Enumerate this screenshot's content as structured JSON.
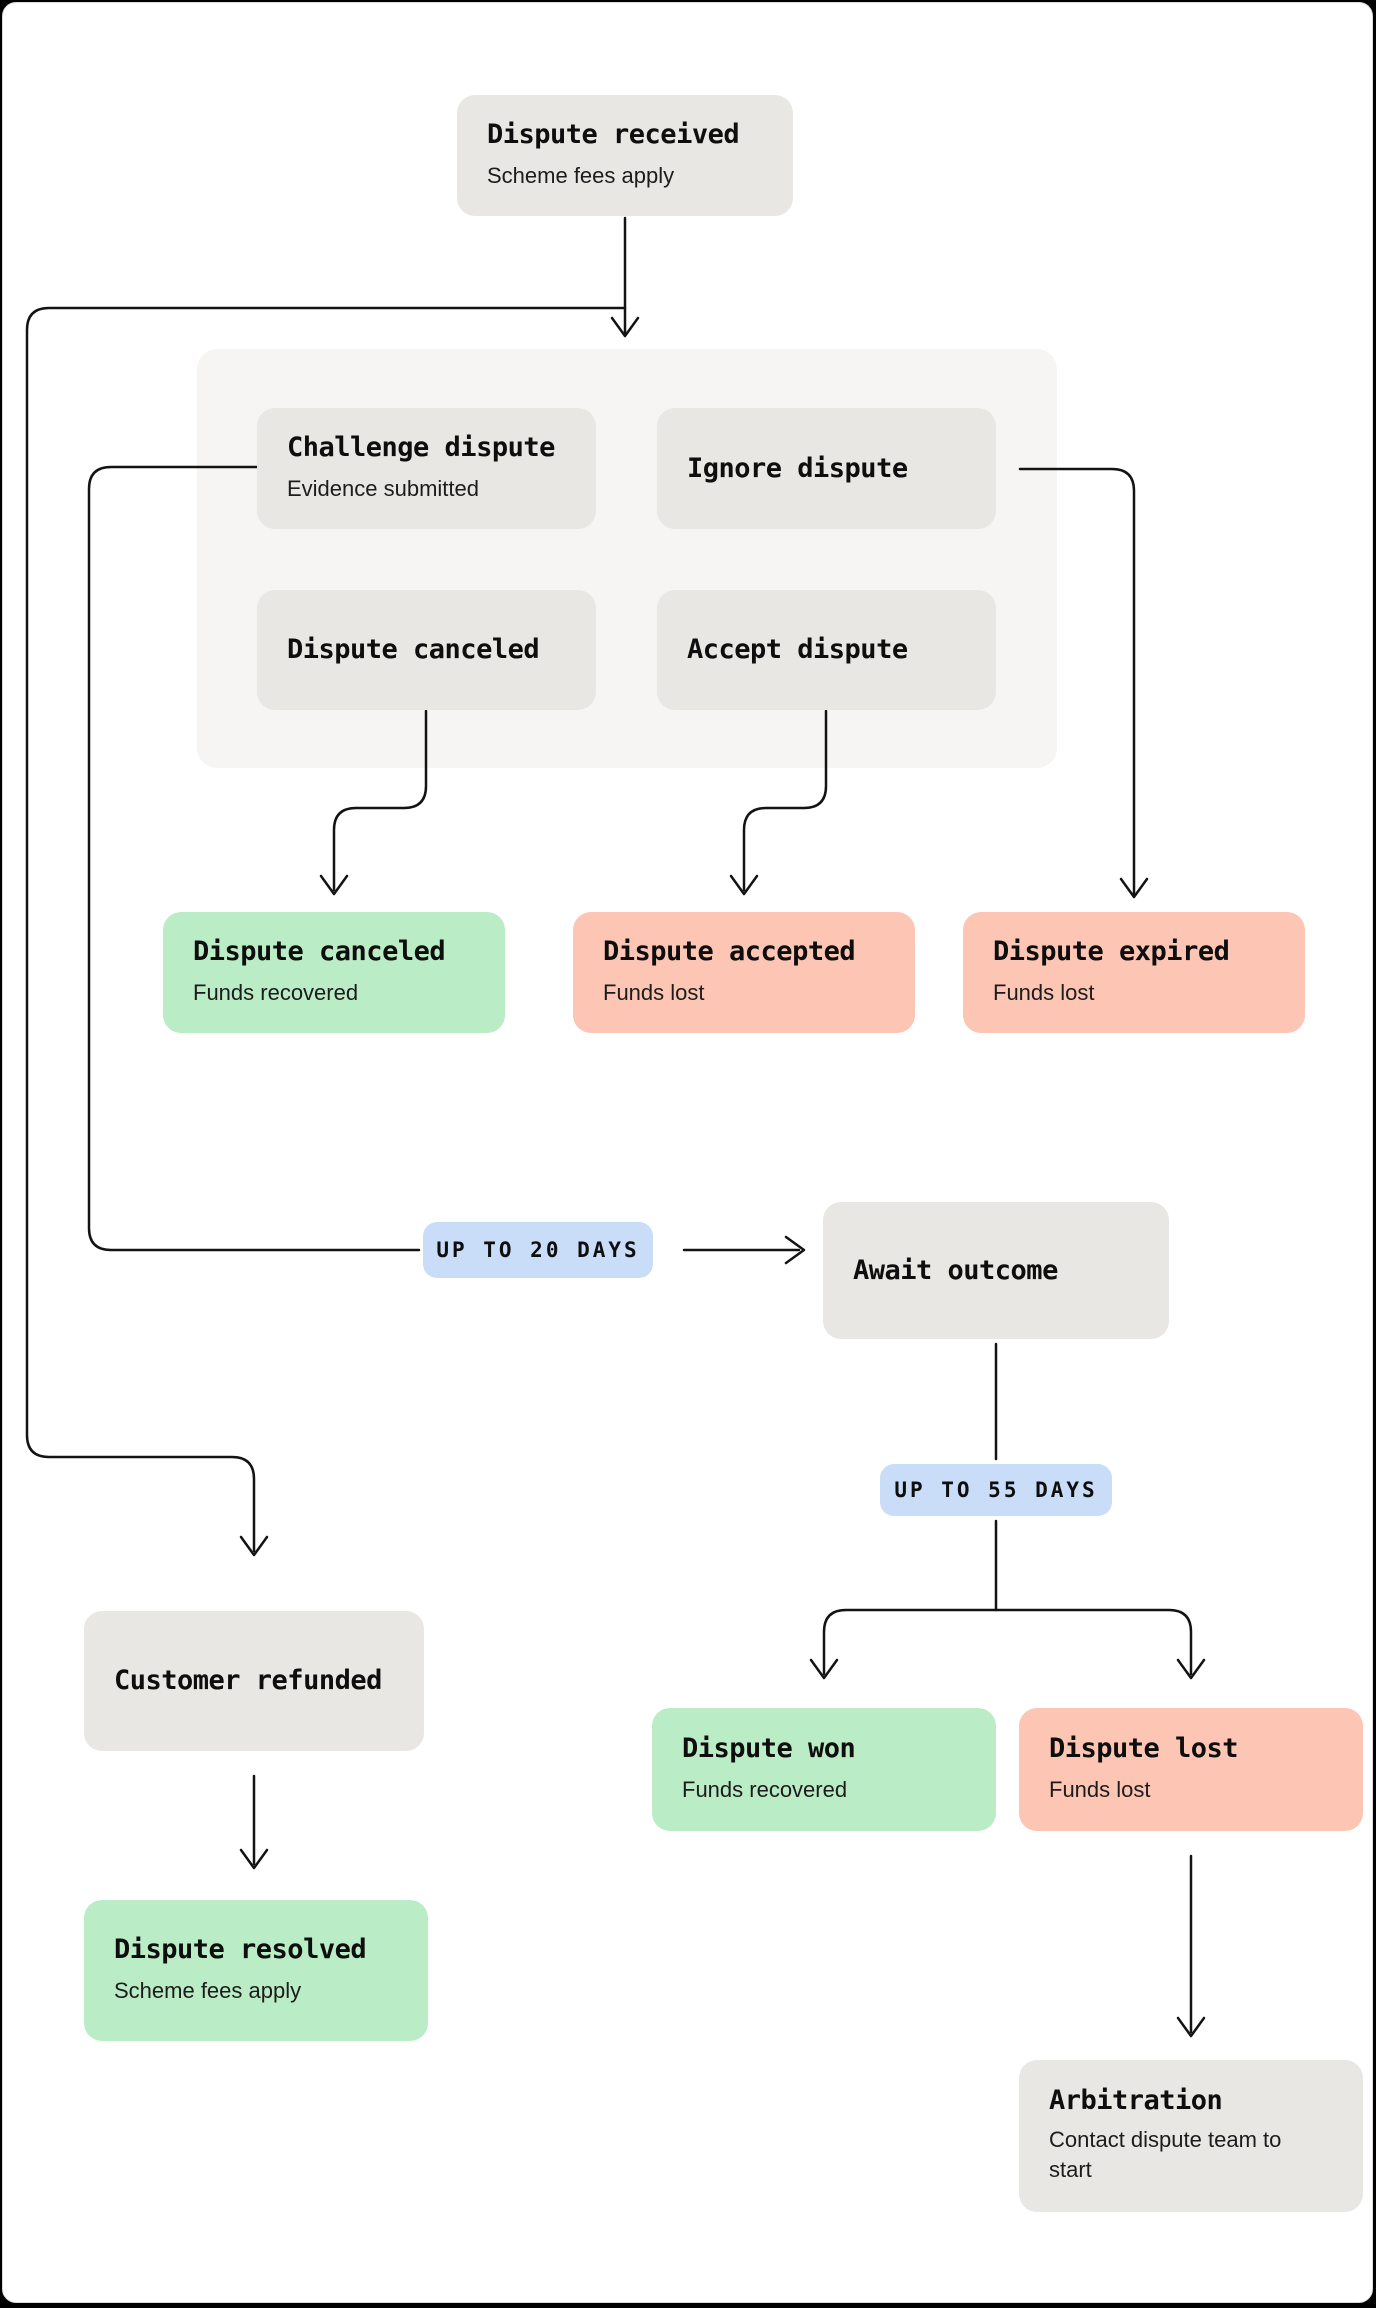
{
  "colors": {
    "line": "#131313",
    "title": "#0e0e0e",
    "subtitle": "#1c1c1c",
    "node_gray": "#e9e7e4",
    "node_green": "#baecc6",
    "node_salmon": "#fcc5b4",
    "badge_blue": "#c9ddf8",
    "group_bg": "#f6f5f4"
  },
  "nodes": {
    "received": {
      "title": "Dispute received",
      "subtitle": "Scheme fees apply"
    },
    "challenge": {
      "title": "Challenge dispute",
      "subtitle": "Evidence submitted"
    },
    "ignore": {
      "title": "Ignore dispute"
    },
    "canceled_option": {
      "title": "Dispute canceled"
    },
    "accept": {
      "title": "Accept dispute"
    },
    "canceled_outcome": {
      "title": "Dispute canceled",
      "subtitle": "Funds recovered"
    },
    "accepted": {
      "title": "Dispute accepted",
      "subtitle": "Funds lost"
    },
    "expired": {
      "title": "Dispute expired",
      "subtitle": "Funds lost"
    },
    "await": {
      "title": "Await outcome"
    },
    "customer": {
      "title": "Customer refunded"
    },
    "resolved": {
      "title": "Dispute resolved",
      "subtitle": "Scheme fees apply"
    },
    "won": {
      "title": "Dispute won",
      "subtitle": "Funds recovered"
    },
    "lost": {
      "title": "Dispute lost",
      "subtitle": "Funds lost"
    },
    "arbitration": {
      "title": "Arbitration",
      "subtitle": "Contact dispute team to start"
    }
  },
  "badges": {
    "up_to_20": {
      "label": "UP TO 20 DAYS"
    },
    "up_to_55": {
      "label": "UP TO 55 DAYS"
    }
  }
}
